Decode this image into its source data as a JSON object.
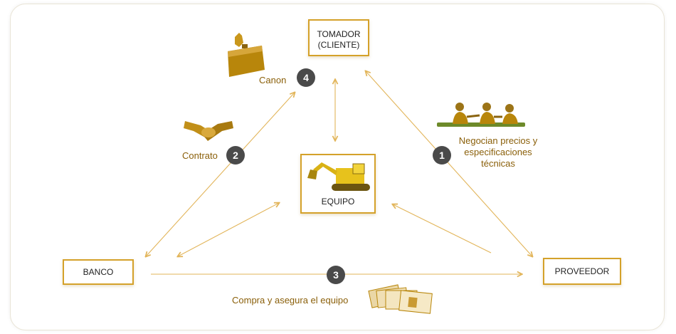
{
  "nodes": {
    "tomador_line1": "TOMADOR",
    "tomador_line2": "(CLIENTE)",
    "equipo": "EQUIPO",
    "banco": "BANCO",
    "proveedor": "PROVEEDOR"
  },
  "steps": [
    {
      "number": "1",
      "label_lines": [
        "Negocian precios y",
        "especificaciones",
        "técnicas"
      ]
    },
    {
      "number": "2",
      "label": "Contrato"
    },
    {
      "number": "3",
      "label": "Compra y asegura el equipo"
    },
    {
      "number": "4",
      "label": "Canon"
    }
  ],
  "colors": {
    "line": "#e2b55a",
    "node_border": "#d4a12a",
    "label": "#8a5f09",
    "badge": "#4a4a4a",
    "illustration": "#b8860b"
  },
  "icons": [
    "hand-holding-briefcase-icon",
    "handshake-icon",
    "people-meeting-icon",
    "excavator-icon",
    "banknotes-icon"
  ]
}
